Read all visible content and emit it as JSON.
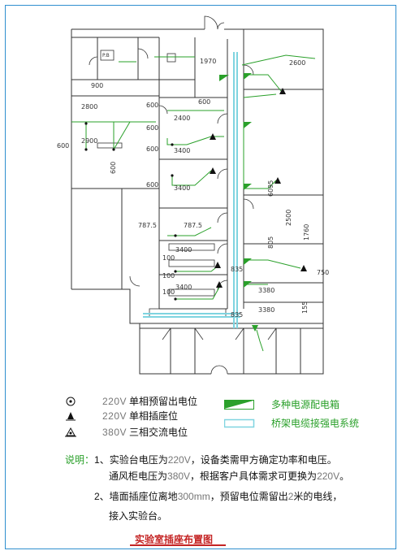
{
  "dims": {
    "d1970": "1970",
    "d2600": "2600",
    "d900": "900",
    "d2800": "2800",
    "d600_a": "600",
    "d600_b": "600",
    "d600_c": "600",
    "d600_d": "600",
    "d600_e": "600",
    "d600_f": "600",
    "d600_g": "600",
    "d2900": "2900",
    "d3400_a": "3400",
    "d3400_b": "3400",
    "d3400_c": "3400",
    "d3400_d": "3400",
    "d2400": "2400",
    "d7875_a": "787.5",
    "d7875_b": "787.5",
    "d6095": "6095",
    "d2500": "2500",
    "d1760": "1760",
    "d805": "805",
    "d835_a": "835",
    "d835_b": "835",
    "d3380_a": "3380",
    "d3380_b": "3380",
    "d750": "750",
    "d155": "155",
    "d100_a": "100",
    "d100_b": "100",
    "d100_c": "100",
    "pb": "P.B"
  },
  "legend": {
    "single_phase_reserve": {
      "voltage": "220V",
      "label": "单相预留出电位"
    },
    "single_phase_socket": {
      "voltage": "220V",
      "label": "单相插座位"
    },
    "three_phase": {
      "voltage": "380V",
      "label": "三相交流电位"
    },
    "distribution_box": {
      "label": "多种电源配电箱"
    },
    "cable_tray": {
      "label": "桥架电缆接强电系统"
    }
  },
  "notes": {
    "prefix": "说明：",
    "n1_a": "1、实验台电压为",
    "n1_v": "220V",
    "n1_b": "，设备类需甲方确定功率和电压。",
    "n2_a": "通风柜电压为",
    "n2_v1": "380V",
    "n2_b": "，根据客户具体需求可更换为",
    "n2_v2": "220V",
    "n2_c": "。",
    "n3_a": "2、墙面插座位离地",
    "n3_v": "300mm",
    "n3_b": "，预留电位需留出",
    "n3_v2": "2",
    "n3_c": "米的电线，",
    "n4": "接入实验台。"
  },
  "title": "实验室插座布置图",
  "colors": {
    "green": "#2aa02a",
    "cyan": "#7fd4e0",
    "wall": "#333333",
    "frame": "#2f8fcf",
    "title": "#c42424"
  }
}
